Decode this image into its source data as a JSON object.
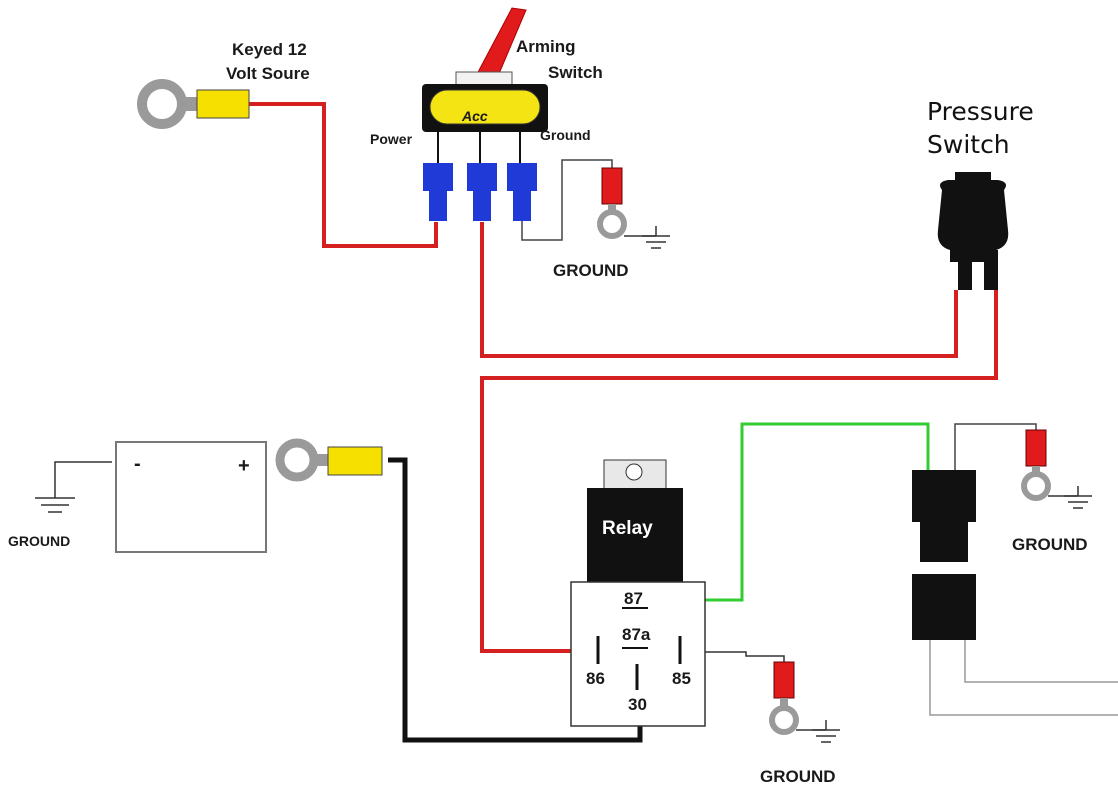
{
  "labels": {
    "keyed_source_line1": "Keyed 12",
    "keyed_source_line2": "Volt Soure",
    "arming_line1": "Arming",
    "arming_line2": "Switch",
    "switch_brand": "Acc",
    "power": "Power",
    "ground_term": "Ground",
    "pressure_line1": "Pressure",
    "pressure_line2": "Switch",
    "relay": "Relay",
    "pin_87": "87",
    "pin_87a": "87a",
    "pin_86": "86",
    "pin_85": "85",
    "pin_30": "30",
    "battery_minus": "-",
    "battery_plus": "+",
    "ground": "GROUND"
  },
  "colors": {
    "wire_red": "#d42020",
    "wire_black": "#111111",
    "wire_green": "#33cc33",
    "wire_gray": "#888888",
    "terminal_blue": "#1f3ad6",
    "switch_yellow": "#f4e413",
    "connector_yellow": "#f5e000",
    "ring_gray": "#9a9a9a",
    "ground_red": "#e11b1b"
  }
}
